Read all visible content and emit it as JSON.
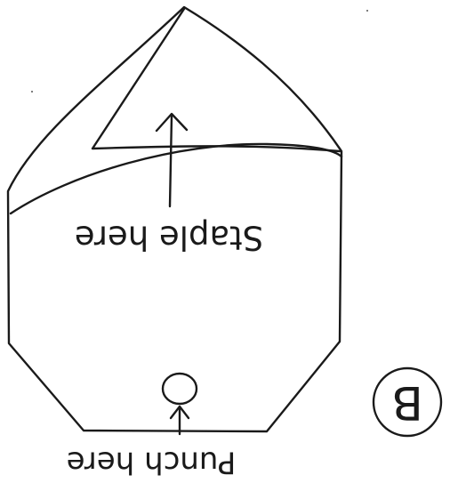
{
  "diagram": {
    "staple_label": "Staple here",
    "punch_label": "Punch here",
    "badge_letter": "B",
    "orientation": "upside-down"
  }
}
